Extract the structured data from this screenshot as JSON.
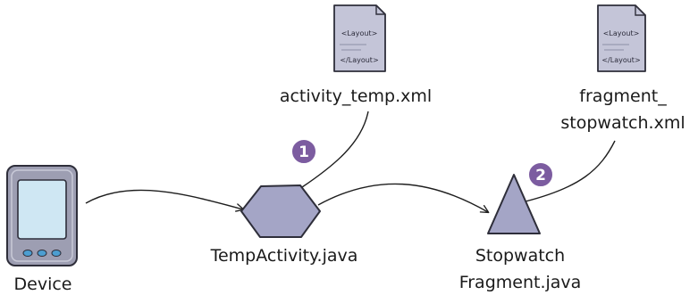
{
  "nodes": {
    "device": {
      "label": "Device"
    },
    "temp_activity": {
      "label": "TempActivity.java"
    },
    "stopwatch_fragment": {
      "label_line1": "Stopwatch",
      "label_line2": "Fragment.java"
    },
    "activity_layout": {
      "label": "activity_temp.xml",
      "tag_open": "<Layout>",
      "tag_close": "</Layout>"
    },
    "fragment_layout": {
      "label_line1": "fragment_",
      "label_line2": "stopwatch.xml",
      "tag_open": "<Layout>",
      "tag_close": "</Layout>"
    }
  },
  "steps": [
    {
      "number": "1"
    },
    {
      "number": "2"
    }
  ],
  "colors": {
    "shape_fill": "#a4a5c6",
    "shape_stroke": "#2e2e3a",
    "badge_fill": "#7c5ca0",
    "document_fill": "#c4c5d8",
    "screen_fill": "#cfe7f3",
    "device_body": "#9d9eb2",
    "device_button": "#4c9ed1"
  }
}
